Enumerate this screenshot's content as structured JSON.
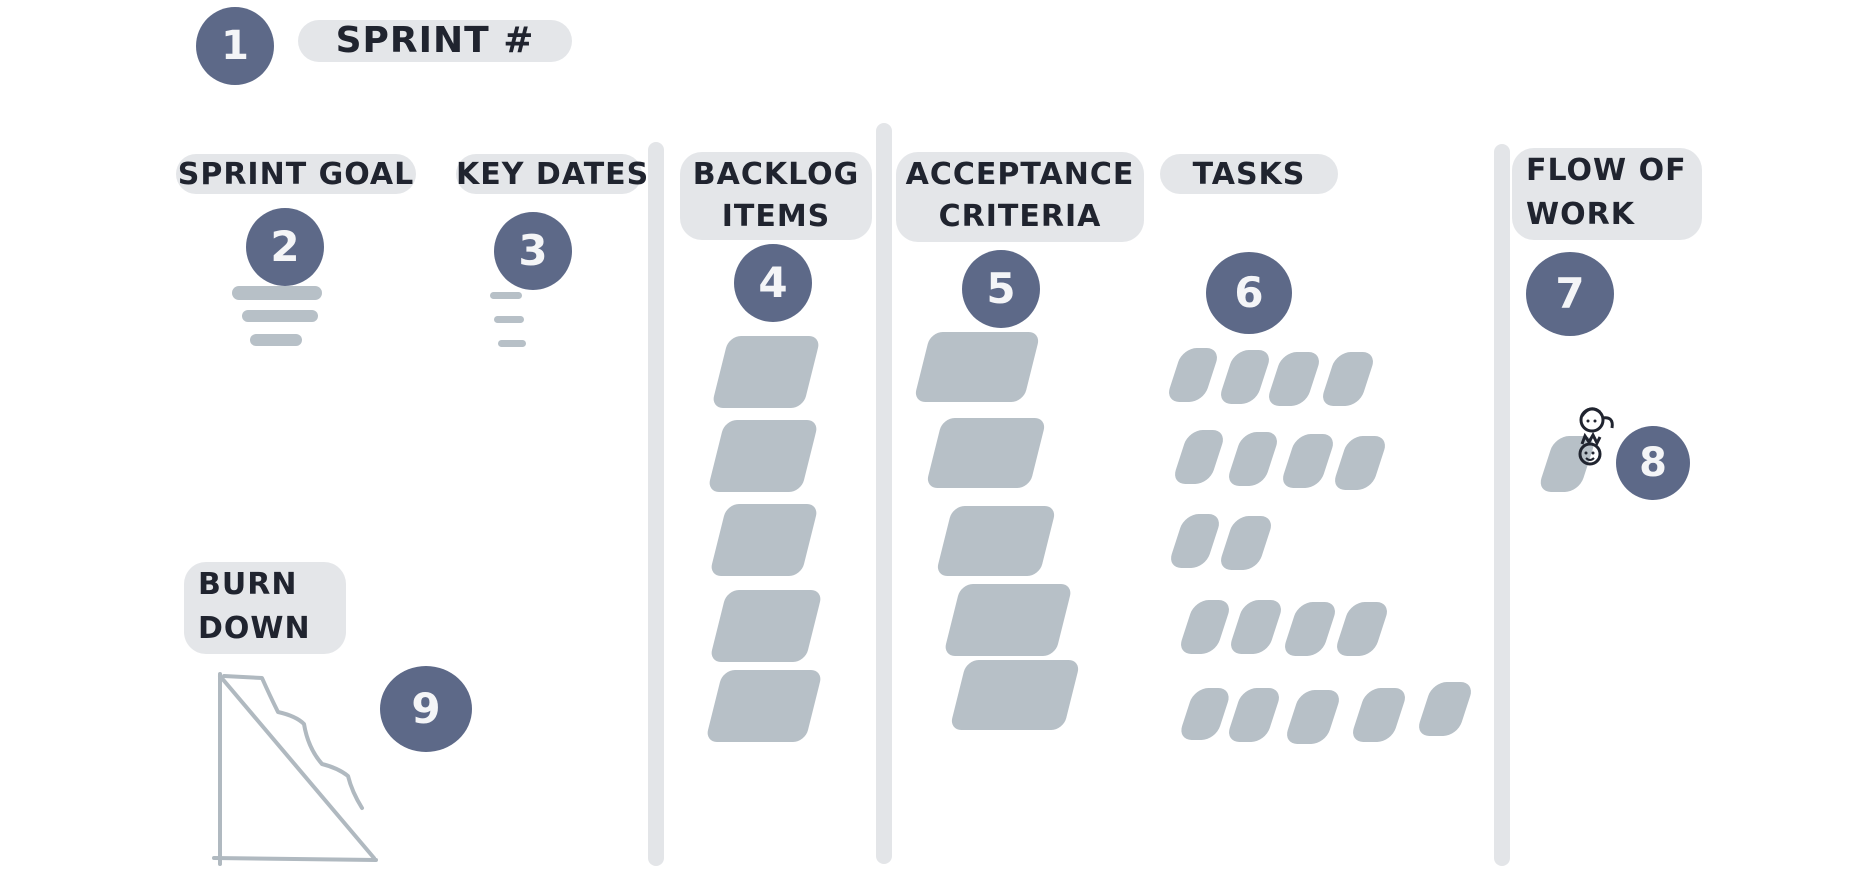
{
  "sprint": {
    "number": "1",
    "label": "SPRINT #"
  },
  "sections": {
    "sprint_goal": {
      "number": "2",
      "label": "SPRINT GOAL"
    },
    "key_dates": {
      "number": "3",
      "label": "KEY DATES"
    },
    "backlog_items": {
      "number": "4",
      "label_line1": "BACKLOG",
      "label_line2": "ITEMS"
    },
    "acceptance_criteria": {
      "number": "5",
      "label_line1": "ACCEPTANCE",
      "label_line2": "CRITERIA"
    },
    "tasks": {
      "number": "6",
      "label": "TASKS"
    },
    "flow_of_work": {
      "number": "7",
      "label_line1": "FLOW OF",
      "label_line2": "WORK"
    },
    "people": {
      "number": "8"
    },
    "burn_down": {
      "number": "9",
      "label_line1": "BURN",
      "label_line2": "DOWN"
    }
  },
  "colors": {
    "badge": "#5d6988",
    "label_pill": "#e4e6e9",
    "card": "#b7c0c7",
    "divider": "#e3e5e8",
    "ink": "#20242f"
  }
}
